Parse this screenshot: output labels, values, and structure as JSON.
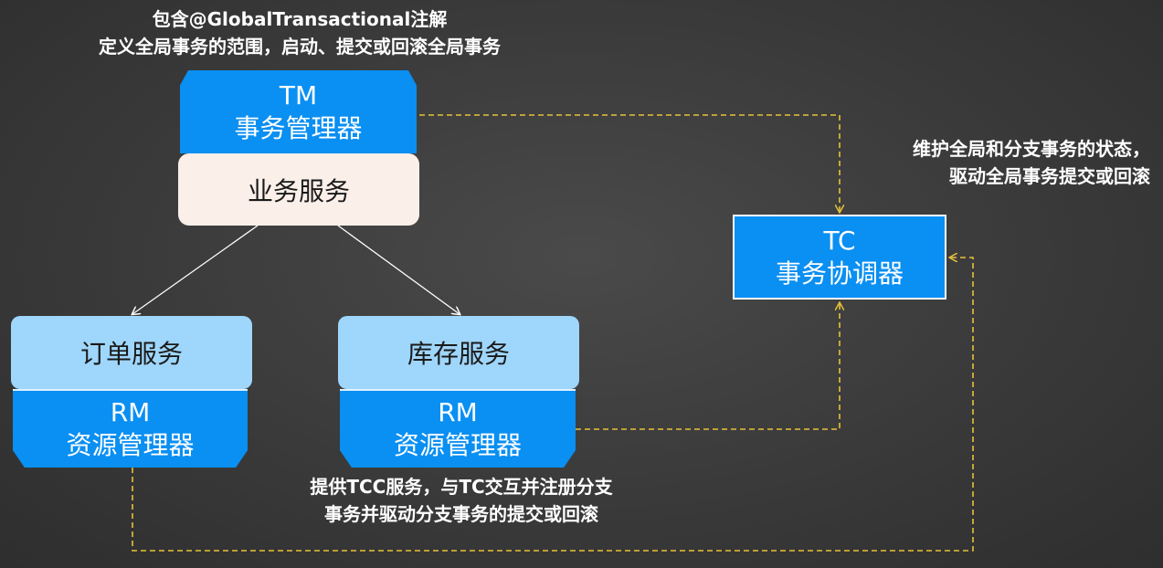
{
  "notes": {
    "tm_line1": "包含@GlobalTransactional注解",
    "tm_line2": "定义全局事务的范围，启动、提交或回滚全局事务",
    "tc_line1": "维护全局和分支事务的状态，",
    "tc_line2": "驱动全局事务提交或回滚",
    "rm_line1": "提供TCC服务，与TC交互并注册分支",
    "rm_line2": "事务并驱动分支事务的提交或回滚"
  },
  "nodes": {
    "tm": {
      "abbr": "TM",
      "name": "事务管理器"
    },
    "business": {
      "name": "业务服务"
    },
    "tc": {
      "abbr": "TC",
      "name": "事务协调器"
    },
    "order": {
      "name": "订单服务"
    },
    "inventory": {
      "name": "库存服务"
    },
    "rm_order": {
      "abbr": "RM",
      "name": "资源管理器"
    },
    "rm_inventory": {
      "abbr": "RM",
      "name": "资源管理器"
    }
  },
  "colors": {
    "box_blue": "#0a8ff2",
    "box_light": "#9fd6fb",
    "box_cream": "#fbefe9",
    "dashed_line": "#e8c13a",
    "arrow": "#ffffff"
  }
}
